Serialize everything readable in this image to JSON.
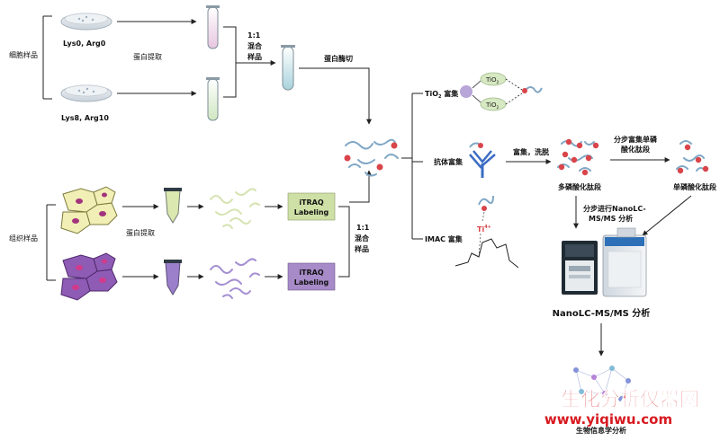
{
  "cell_samples": {
    "group_label": "细胞样品",
    "light_label": "Lys0, Arg0",
    "heavy_label": "Lys8, Arg10",
    "extract_label": "蛋白提取",
    "mix_ratio": "1:1",
    "mix_label_1": "混合",
    "mix_label_2": "样品",
    "digest_label": "蛋白酶切"
  },
  "tissue_samples": {
    "group_label": "组织样品",
    "extract_label": "蛋白提取",
    "itraq_top_1": "iTRAQ",
    "itraq_top_2": "Labeling",
    "itraq_bottom_1": "iTRAQ",
    "itraq_bottom_2": "Labeling",
    "mix_ratio": "1:1",
    "mix_label_1": "混合",
    "mix_label_2": "样品"
  },
  "enrichment": {
    "tio2_method": "TiO",
    "tio2_method_sub": "2",
    "tio2_method_suffix": " 富集",
    "tio2_bead": "TiO",
    "tio2_bead_sub": "2",
    "antibody_method": "抗体富集",
    "imac_method": "IMAC 富集",
    "ti_ion": "Ti",
    "ti_ion_sup": "4+",
    "enrich_wash_label": "富集，洗脱",
    "multi_phospho_label": "多磷酸化肽段",
    "stepwise_single_1": "分步富集单磷",
    "stepwise_single_2": "酸化肽段",
    "single_phospho_label": "单磷酸化肽段",
    "stepwise_lcms_1": "分步进行NanoLC-",
    "stepwise_lcms_2": "MS/MS 分析"
  },
  "analysis": {
    "nanolc_label": "NanoLC-MS/MS 分析",
    "bioinfo_label": "生物信息学分析"
  },
  "watermark": {
    "title": "生化分析仪器网",
    "url": "www.yiqiwu.com"
  },
  "colors": {
    "red_dot": "#d9454a",
    "peptide_blue": "#7fa7c6",
    "lavender_bead": "#b8a6d9",
    "tio2_bead": "#d7e9c2",
    "itraq_green_box": "#cfe0a6",
    "itraq_purple_box": "#a78ac8",
    "cell_yellow": "#f1efb5",
    "cell_purple": "#8e5bb5",
    "watermark_red": "#d7191f"
  }
}
